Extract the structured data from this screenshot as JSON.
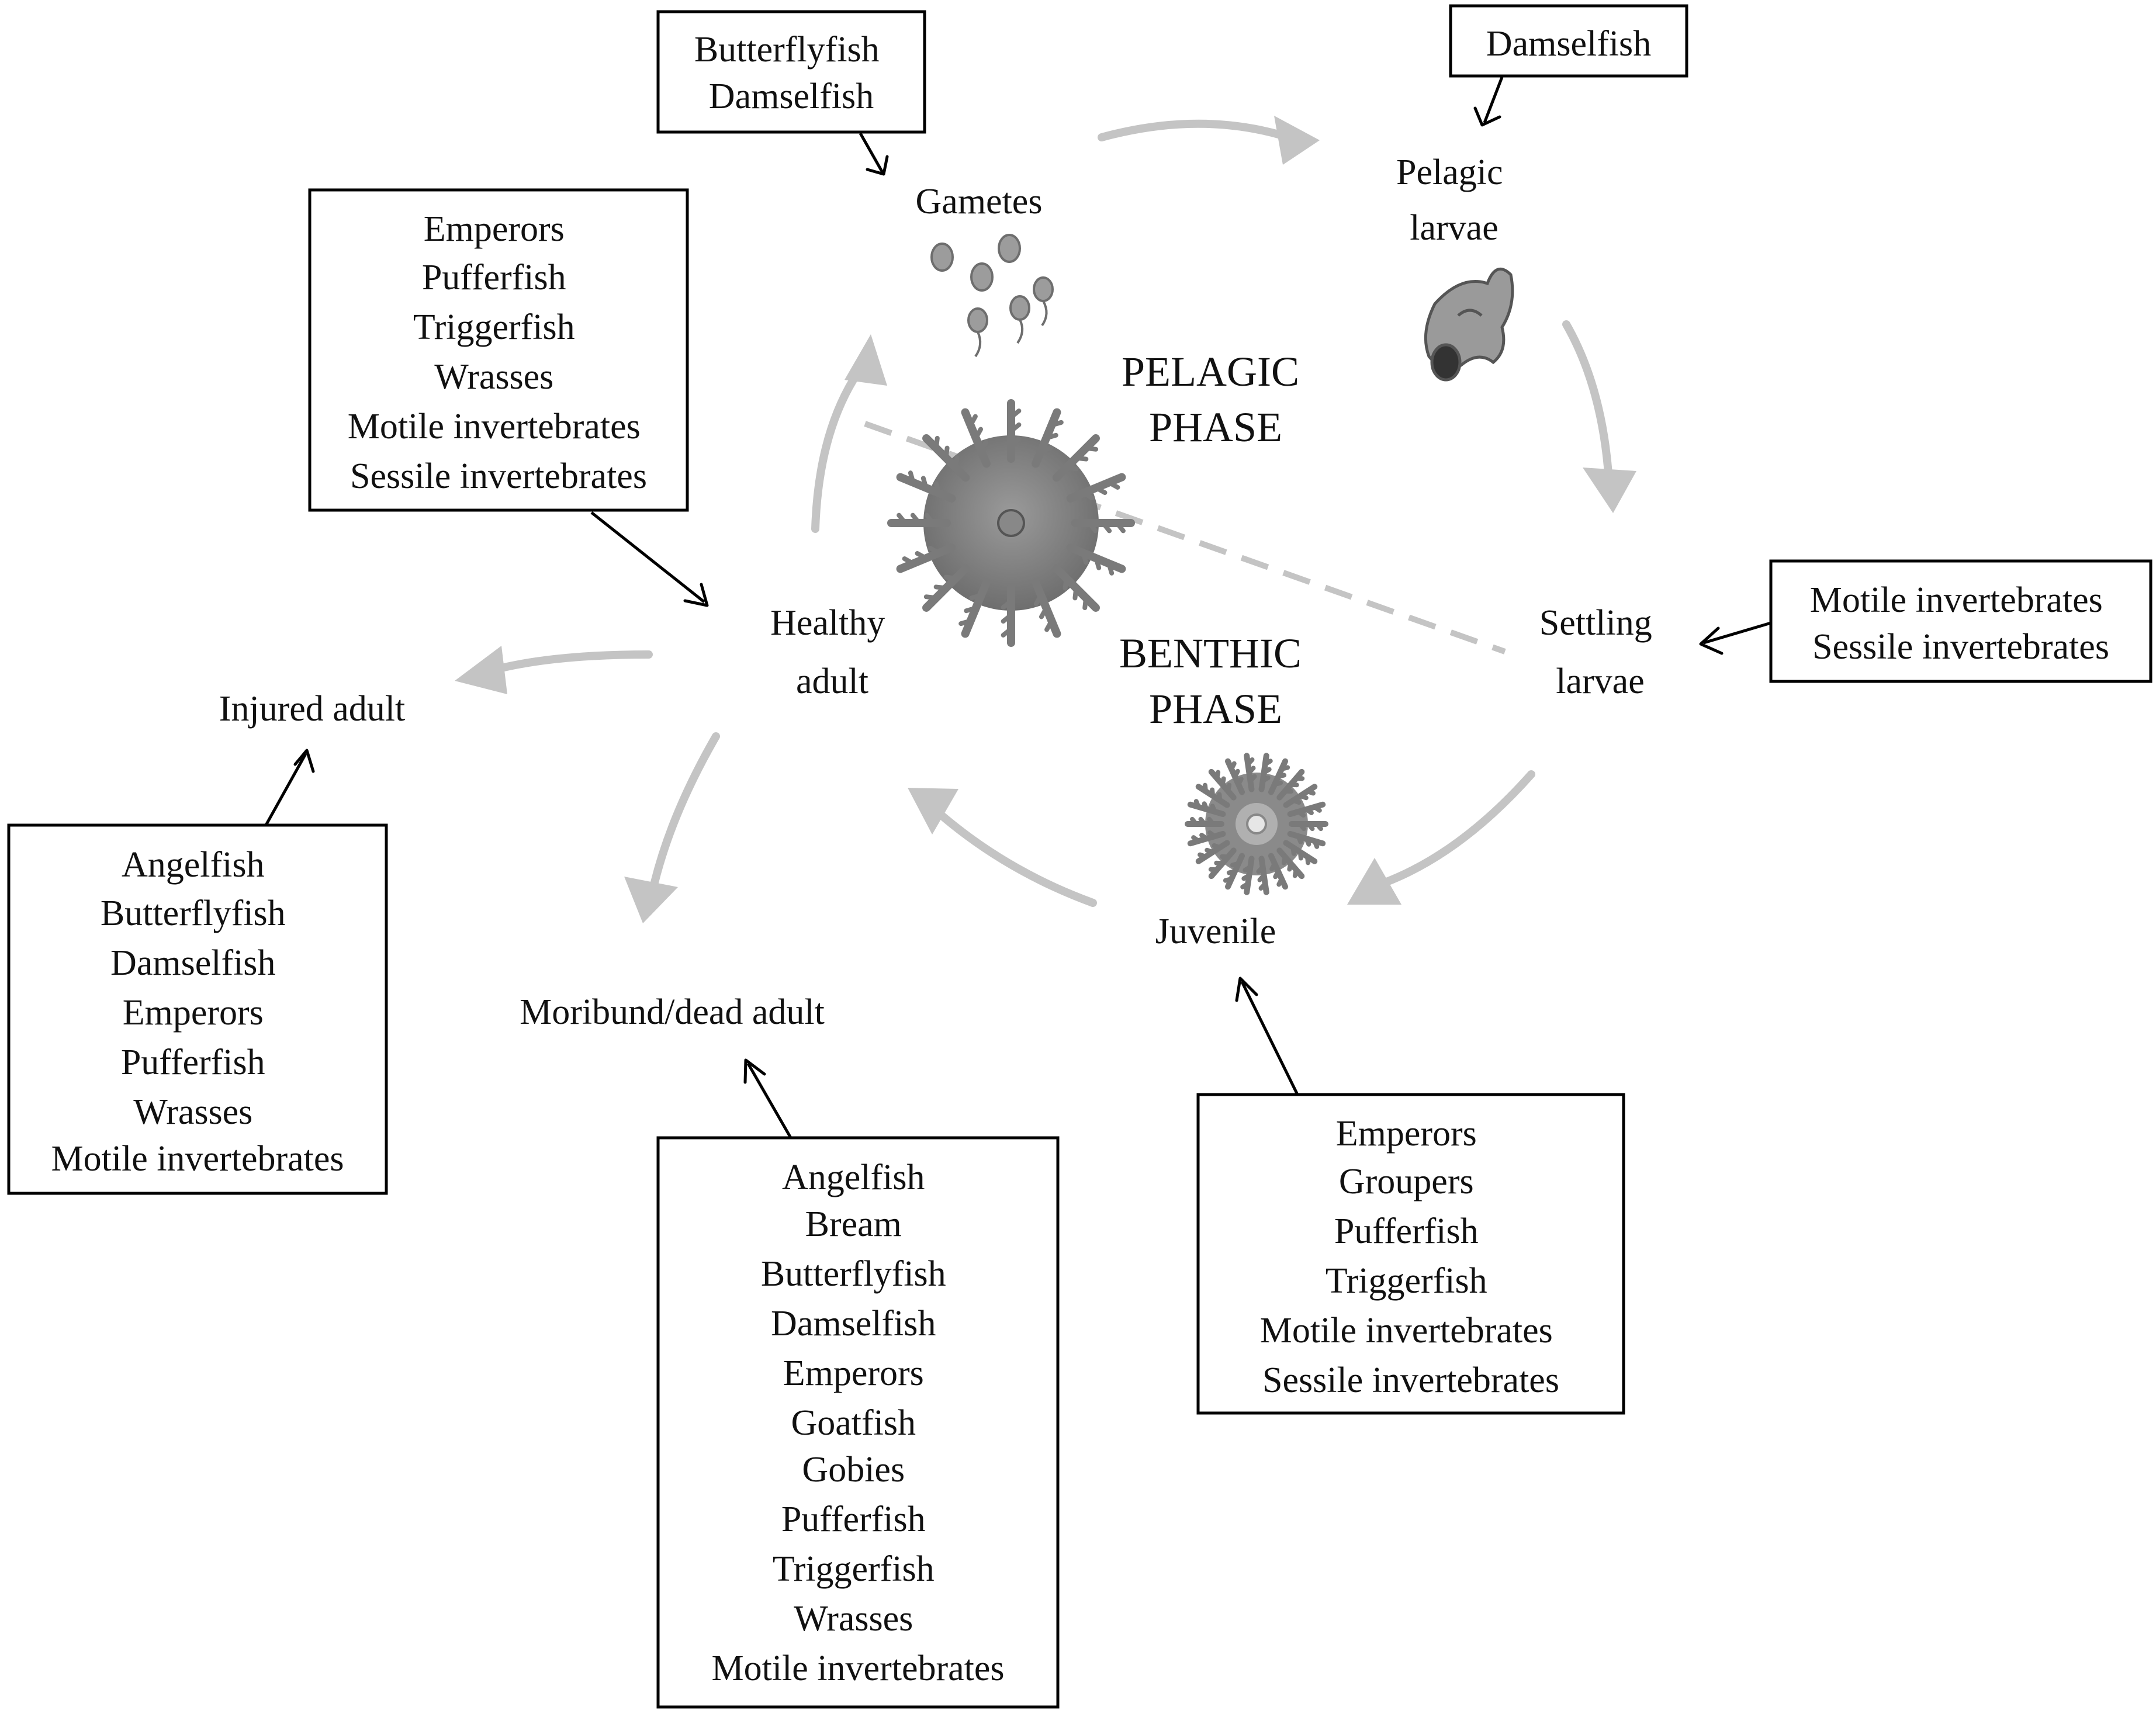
{
  "stages": {
    "gametes": "Gametes",
    "pelagic_larvae": [
      "Pelagic",
      "larvae"
    ],
    "settling_larvae": [
      "Settling",
      "larvae"
    ],
    "juvenile": "Juvenile",
    "healthy_adult": [
      "Healthy",
      "adult"
    ],
    "injured_adult": "Injured adult",
    "moribund_adult": "Moribund/dead adult"
  },
  "phases": {
    "pelagic": [
      "PELAGIC",
      "PHASE"
    ],
    "benthic": [
      "BENTHIC",
      "PHASE"
    ]
  },
  "predator_boxes": {
    "gametes": [
      "Butterflyfish",
      "Damselfish"
    ],
    "pelagic_larvae": [
      "Damselfish"
    ],
    "settling_larvae": [
      "Motile invertebrates",
      "Sessile invertebrates"
    ],
    "juvenile": [
      "Emperors",
      "Groupers",
      "Pufferfish",
      "Triggerfish",
      "Motile invertebrates",
      "Sessile invertebrates"
    ],
    "healthy_adult": [
      "Emperors",
      "Pufferfish",
      "Triggerfish",
      "Wrasses",
      "Motile invertebrates",
      "Sessile invertebrates"
    ],
    "injured_adult": [
      "Angelfish",
      "Butterflyfish",
      "Damselfish",
      "Emperors",
      "Pufferfish",
      "Wrasses",
      "Motile invertebrates"
    ],
    "moribund_adult": [
      "Angelfish",
      "Bream",
      "Butterflyfish",
      "Damselfish",
      "Emperors",
      "Goatfish",
      "Gobies",
      "Pufferfish",
      "Triggerfish",
      "Wrasses",
      "Motile invertebrates"
    ]
  },
  "colors": {
    "cycle_arrow": "#c4c4c4",
    "starfish": "#7a7a7a",
    "outline": "#000000"
  },
  "icons": {
    "gametes": "gametes-icon",
    "larva": "pelagic-larva-icon",
    "adult": "adult-starfish-icon",
    "juvenile": "juvenile-starfish-icon"
  }
}
